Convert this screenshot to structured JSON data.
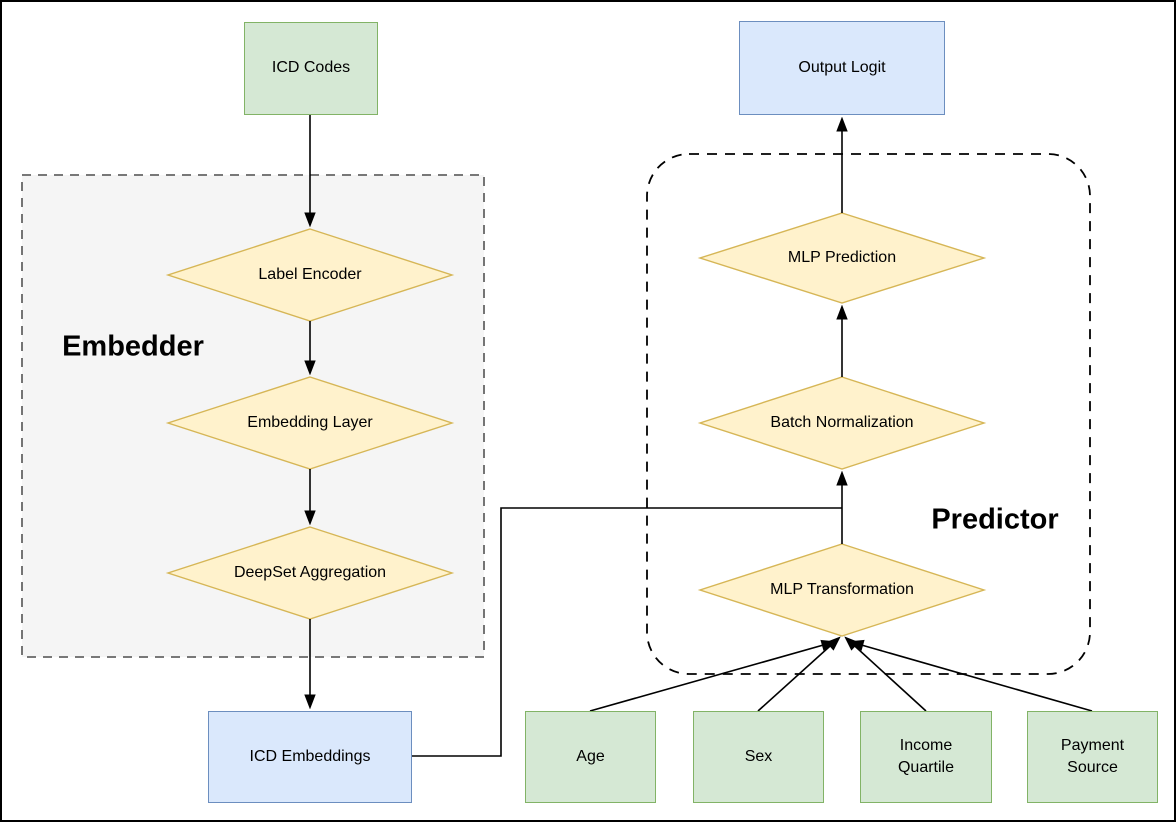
{
  "groups": {
    "embedder": {
      "label": "Embedder"
    },
    "predictor": {
      "label": "Predictor"
    }
  },
  "nodes": {
    "icd_codes": {
      "label": "ICD Codes"
    },
    "label_encoder": {
      "label": "Label Encoder"
    },
    "embedding_layer": {
      "label": "Embedding Layer"
    },
    "deepset_aggregation": {
      "label": "DeepSet Aggregation"
    },
    "icd_embeddings": {
      "label": "ICD Embeddings"
    },
    "output_logit": {
      "label": "Output Logit"
    },
    "mlp_prediction": {
      "label": "MLP Prediction"
    },
    "batch_normalization": {
      "label": "Batch Normalization"
    },
    "mlp_transformation": {
      "label": "MLP Transformation"
    },
    "age": {
      "label": "Age"
    },
    "sex": {
      "label": "Sex"
    },
    "income_quartile": {
      "label": "Income Quartile"
    },
    "payment_source": {
      "label": "Payment Source"
    }
  },
  "edges": [
    {
      "from": "ICD Codes",
      "to": "Label Encoder"
    },
    {
      "from": "Label Encoder",
      "to": "Embedding Layer"
    },
    {
      "from": "Embedding Layer",
      "to": "DeepSet Aggregation"
    },
    {
      "from": "DeepSet Aggregation",
      "to": "ICD Embeddings"
    },
    {
      "from": "ICD Embeddings",
      "to": "Batch Normalization"
    },
    {
      "from": "MLP Transformation",
      "to": "Batch Normalization"
    },
    {
      "from": "Batch Normalization",
      "to": "MLP Prediction"
    },
    {
      "from": "MLP Prediction",
      "to": "Output Logit"
    },
    {
      "from": "Age",
      "to": "MLP Transformation"
    },
    {
      "from": "Sex",
      "to": "MLP Transformation"
    },
    {
      "from": "Income Quartile",
      "to": "MLP Transformation"
    },
    {
      "from": "Payment Source",
      "to": "MLP Transformation"
    }
  ],
  "colors": {
    "input_fill": "#d5e8d4",
    "input_border": "#82b366",
    "io_fill": "#dae8fc",
    "io_border": "#6c8ebf",
    "process_fill": "#fff2cc",
    "process_border": "#d6b656",
    "embedder_group_fill": "#f5f5f5",
    "embedder_group_border": "#666666",
    "predictor_group_border": "#000000",
    "arrow": "#000000",
    "text": "#000000"
  }
}
